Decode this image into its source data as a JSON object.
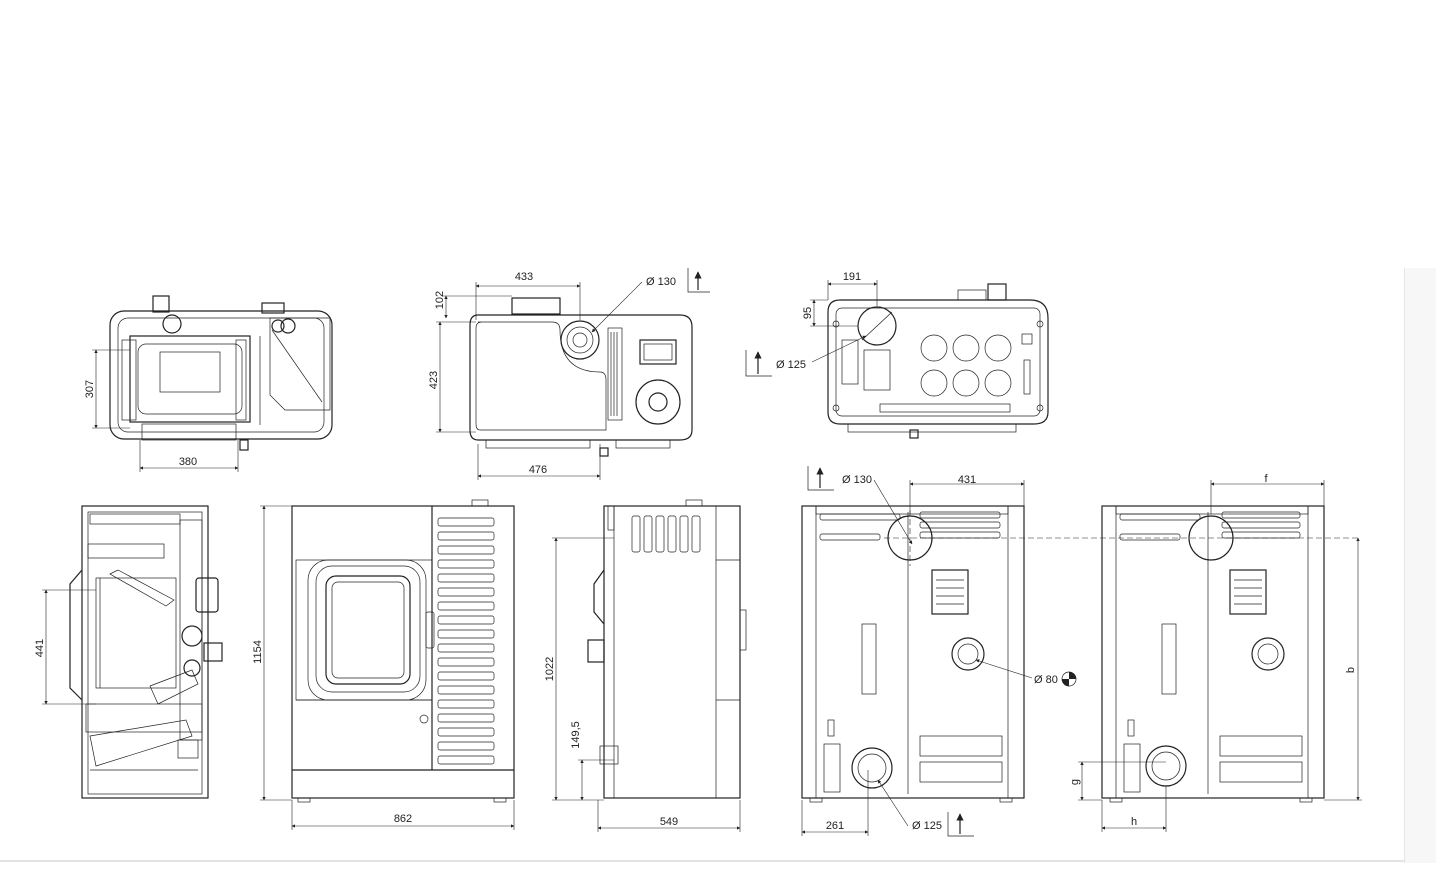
{
  "dimensions": {
    "d307": "307",
    "d380": "380",
    "d433": "433",
    "d102": "102",
    "d423": "423",
    "d476": "476",
    "phi130_top": "Ø 130",
    "d191": "191",
    "d95": "95",
    "phi125_top": "Ø 125",
    "d441": "441",
    "d1154": "1154",
    "d862": "862",
    "d1022": "1022",
    "d149_5": "149,5",
    "d549": "549",
    "phi130_back": "Ø 130",
    "d431": "431",
    "phi80": "Ø 80",
    "d261": "261",
    "phi125_back": "Ø 125",
    "f": "f",
    "b": "b",
    "g": "g",
    "h": "h"
  },
  "icons": {
    "flue_arrow": "upward-arrow-in-box-icon",
    "air_inlet": "quarter-circle-symbol-icon"
  },
  "colors": {
    "line": "#222222",
    "background": "#ffffff"
  }
}
